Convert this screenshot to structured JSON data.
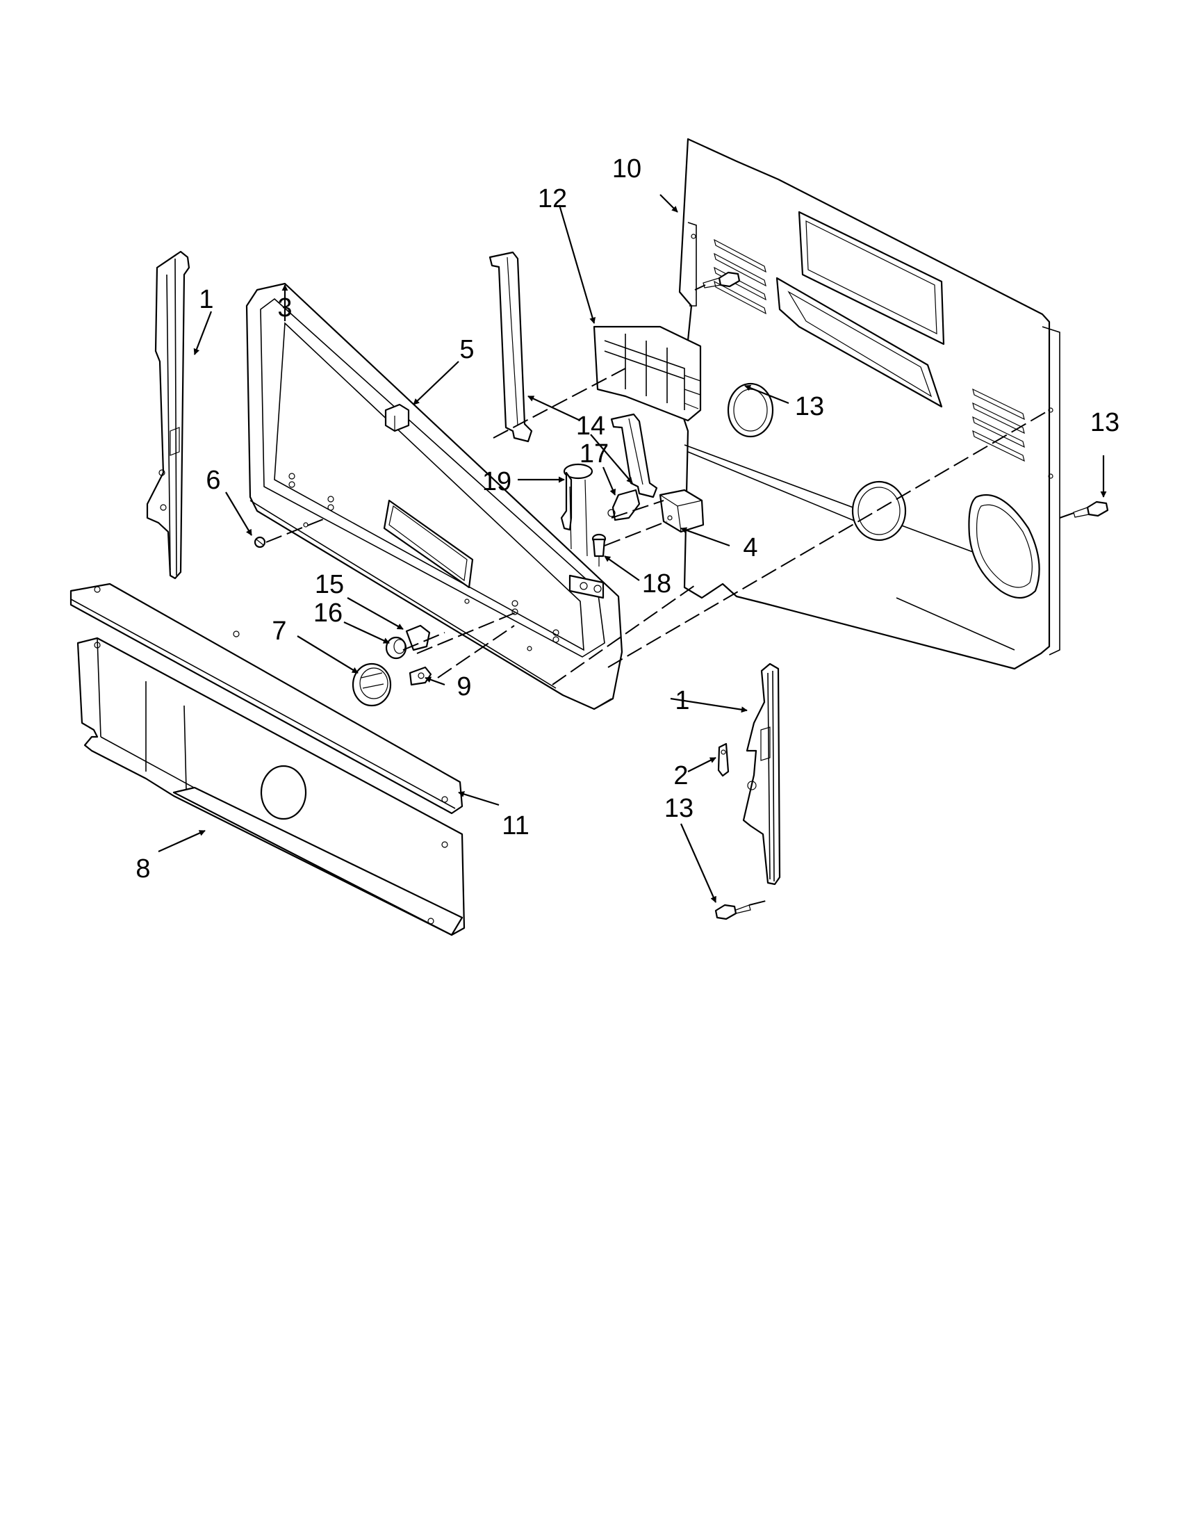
{
  "callouts": {
    "c1a": "1",
    "c1b": "1",
    "c2": "2",
    "c3": "3",
    "c4": "4",
    "c5": "5",
    "c6": "6",
    "c7": "7",
    "c8": "8",
    "c9": "9",
    "c10": "10",
    "c11": "11",
    "c12": "12",
    "c13a": "13",
    "c13b": "13",
    "c13c": "13",
    "c14": "14",
    "c15": "15",
    "c16": "16",
    "c17": "17",
    "c18": "18",
    "c19": "19"
  },
  "colors": {
    "line": "#000000",
    "background": "#ffffff"
  }
}
